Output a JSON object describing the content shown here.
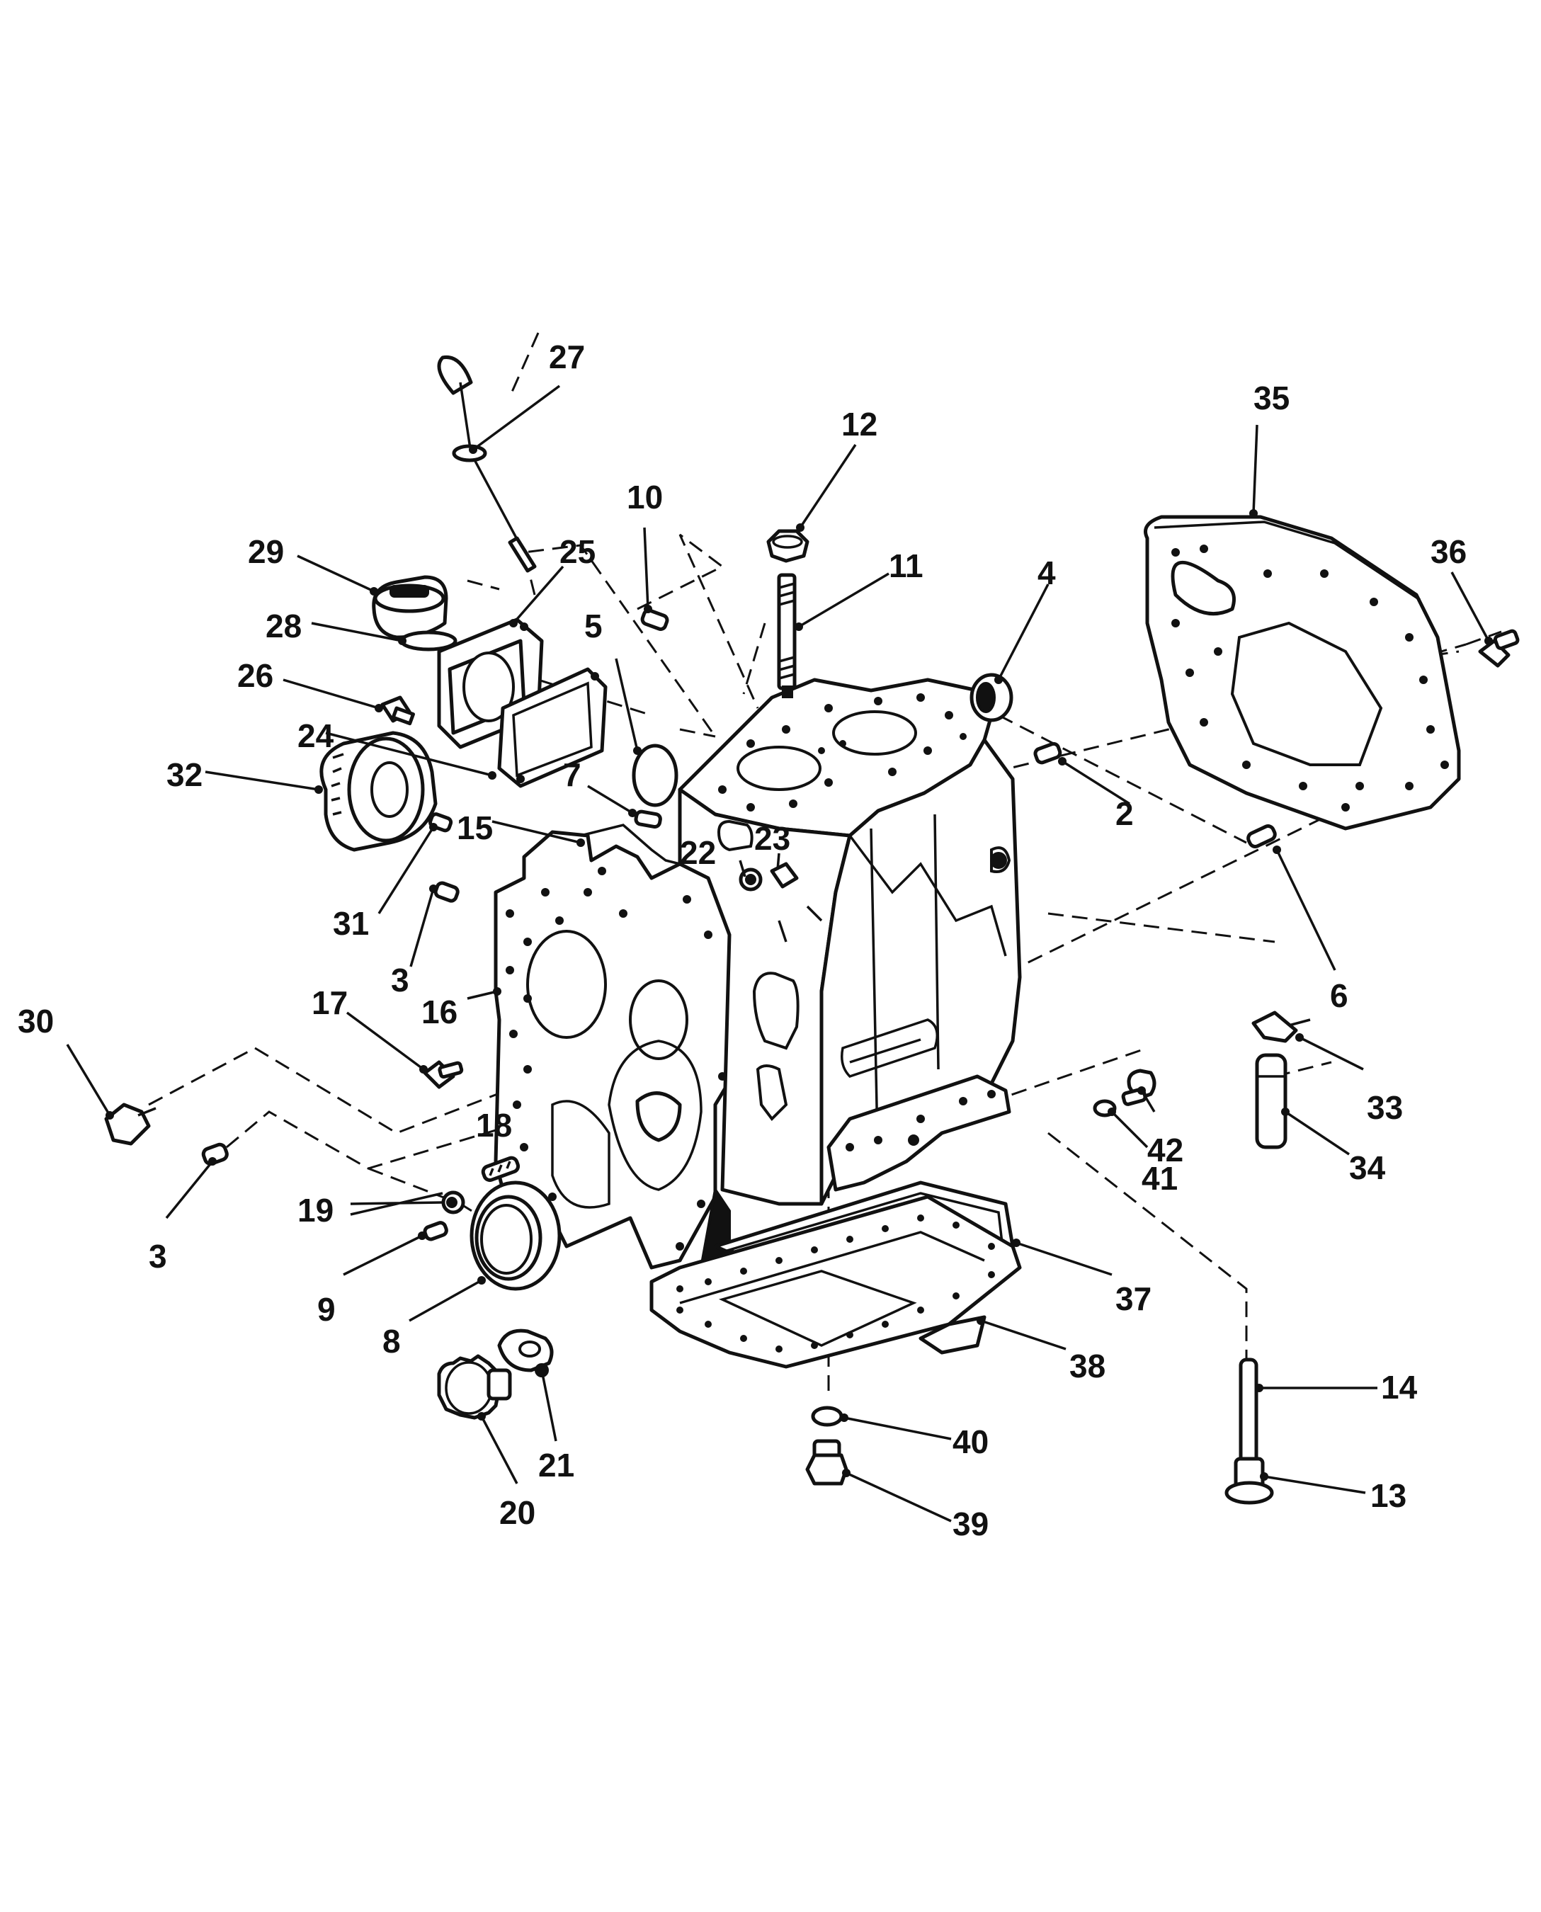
{
  "callouts": [
    {
      "id": "27",
      "text": "27"
    },
    {
      "id": "12",
      "text": "12"
    },
    {
      "id": "10",
      "text": "10"
    },
    {
      "id": "11",
      "text": "11"
    },
    {
      "id": "35",
      "text": "35"
    },
    {
      "id": "29",
      "text": "29"
    },
    {
      "id": "25",
      "text": "25"
    },
    {
      "id": "5",
      "text": "5"
    },
    {
      "id": "4",
      "text": "4"
    },
    {
      "id": "36",
      "text": "36"
    },
    {
      "id": "28",
      "text": "28"
    },
    {
      "id": "26",
      "text": "26"
    },
    {
      "id": "24",
      "text": "24"
    },
    {
      "id": "32",
      "text": "32"
    },
    {
      "id": "7",
      "text": "7"
    },
    {
      "id": "2",
      "text": "2"
    },
    {
      "id": "15",
      "text": "15"
    },
    {
      "id": "23",
      "text": "23"
    },
    {
      "id": "22",
      "text": "22"
    },
    {
      "id": "31",
      "text": "31"
    },
    {
      "id": "3a",
      "text": "3"
    },
    {
      "id": "16",
      "text": "16"
    },
    {
      "id": "6",
      "text": "6"
    },
    {
      "id": "30",
      "text": "30"
    },
    {
      "id": "17",
      "text": "17"
    },
    {
      "id": "33",
      "text": "33"
    },
    {
      "id": "18",
      "text": "18"
    },
    {
      "id": "42",
      "text": "42"
    },
    {
      "id": "41",
      "text": "41"
    },
    {
      "id": "34",
      "text": "34"
    },
    {
      "id": "19",
      "text": "19"
    },
    {
      "id": "3b",
      "text": "3"
    },
    {
      "id": "9",
      "text": "9"
    },
    {
      "id": "37",
      "text": "37"
    },
    {
      "id": "8",
      "text": "8"
    },
    {
      "id": "38",
      "text": "38"
    },
    {
      "id": "14",
      "text": "14"
    },
    {
      "id": "40",
      "text": "40"
    },
    {
      "id": "21",
      "text": "21"
    },
    {
      "id": "13",
      "text": "13"
    },
    {
      "id": "20",
      "text": "20"
    },
    {
      "id": "39",
      "text": "39"
    }
  ]
}
